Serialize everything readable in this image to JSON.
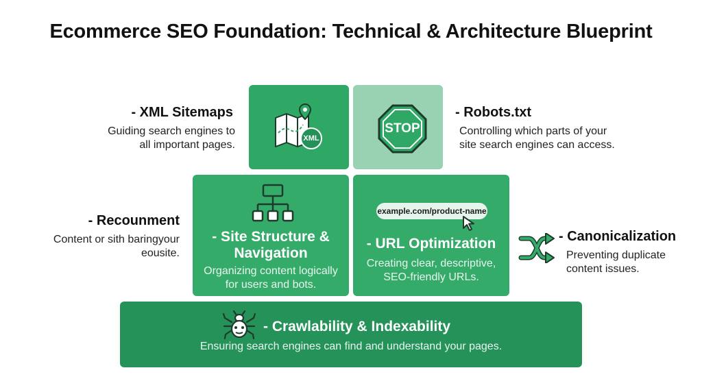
{
  "title": "Ecommerce SEO Foundation: Technical & Architecture Blueprint",
  "colors": {
    "green_primary": "#35ab6a",
    "green_dark": "#25925a",
    "green_light": "#98d2b2",
    "text": "#111111"
  },
  "xml_sitemaps": {
    "title": "- XML Sitemaps",
    "desc_line1": "Guiding search engines to",
    "desc_line2": "all important pages.",
    "icon": "map-pin-xml-icon",
    "icon_text": "XML"
  },
  "robots": {
    "title": "- Robots.txt",
    "desc_line1": "Controlling which parts of your",
    "desc_line2": "site search engines can access.",
    "icon": "stop-sign-icon",
    "icon_text": "STOP"
  },
  "recounment": {
    "title": "- Recounment",
    "desc_line1": "Content or sith baringyour",
    "desc_line2": "eousite."
  },
  "site_structure": {
    "title_line1": "- Site Structure &",
    "title_line2": "Navigation",
    "desc_line1": "Organizing content logically",
    "desc_line2": "for users and bots.",
    "icon": "sitemap-hierarchy-icon"
  },
  "url_optimization": {
    "pill_text": "example.com/product-name",
    "title": "- URL Optimization",
    "desc_line1": "Creating clear, descriptive,",
    "desc_line2": "SEO-friendly URLs.",
    "icon": "cursor-pointer-icon"
  },
  "canonicalization": {
    "title": "- Canonicalization",
    "desc_line1": "Preventing duplicate",
    "desc_line2": "content issues.",
    "icon": "shuffle-arrows-icon"
  },
  "crawlability": {
    "title": "- Crawlability & Indexability",
    "desc": "Ensuring search engines can find and understand your pages.",
    "icon": "spider-bug-icon"
  }
}
